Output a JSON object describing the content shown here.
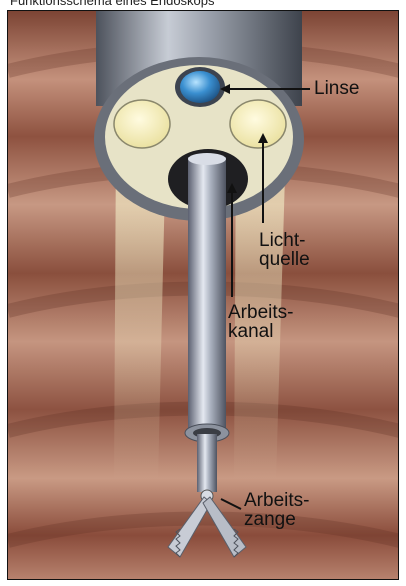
{
  "caption_top": "Funktionsschema eines Endoskops",
  "labels": {
    "lens": "Linse",
    "light_source": "Licht-\nquelle",
    "working_channel": "Arbeits-\nkanal",
    "forceps": "Arbeits-\nzange"
  },
  "colors": {
    "tissue_dark": "#8a4a35",
    "tissue_light": "#c98f77",
    "instrument_gray": "#9aa0aa",
    "lens_blue": "#3a8fd0",
    "light_cream": "#f4eeb8"
  }
}
